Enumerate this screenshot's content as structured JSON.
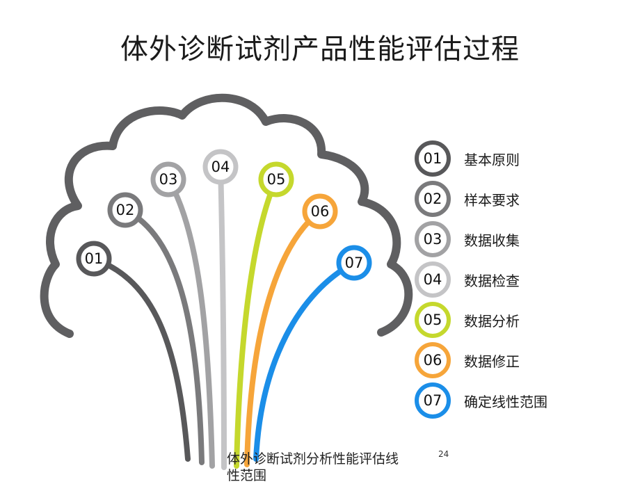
{
  "title": "体外诊断试剂产品性能评估过程",
  "steps": [
    {
      "num": "01",
      "label": "基本原则",
      "color": "#58585a"
    },
    {
      "num": "02",
      "label": "样本要求",
      "color": "#7a7a7c"
    },
    {
      "num": "03",
      "label": "数据收集",
      "color": "#a2a2a4"
    },
    {
      "num": "04",
      "label": "数据检查",
      "color": "#c4c4c6"
    },
    {
      "num": "05",
      "label": "数据分析",
      "color": "#c5d82d"
    },
    {
      "num": "06",
      "label": "数据修正",
      "color": "#f6a53a"
    },
    {
      "num": "07",
      "label": "确定线性范围",
      "color": "#1b8ee8"
    }
  ],
  "footer": {
    "caption": "体外诊断试剂分析性能评估线性范围",
    "page_number": "24"
  }
}
